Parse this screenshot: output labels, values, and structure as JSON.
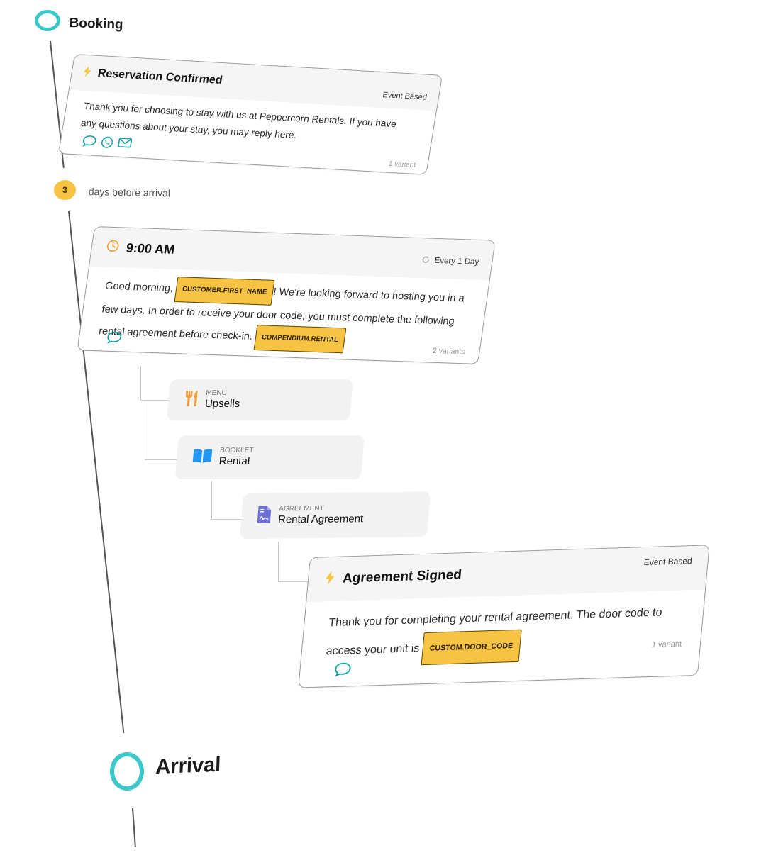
{
  "stages": [
    {
      "title": "Booking"
    },
    {
      "title": "Arrival"
    }
  ],
  "colors": {
    "ring": "#3cc8c8",
    "accent_yellow": "#f6c343",
    "clock_orange": "#f39c33",
    "channel_teal": "#1aa3a3",
    "booklet_blue": "#2196f3",
    "agreement_purple": "#6c6fd6",
    "menu_orange": "#f39c33"
  },
  "reservation_card": {
    "title": "Reservation Confirmed",
    "tag": "Event Based",
    "body": "Thank you for choosing to stay with us at Peppercorn Rentals. If you have any questions about your stay, you may reply here.",
    "channels": [
      "sms-icon",
      "whatsapp-icon",
      "email-icon"
    ],
    "variants": "1 variant"
  },
  "offset": {
    "number": "3",
    "label": "days before arrival"
  },
  "scheduled_card": {
    "time": "9:00 AM",
    "repeat": "Every 1 Day",
    "body_part1": "Good morning,",
    "chip1": "CUSTOMER.FIRST_NAME",
    "body_part2": "! We're looking forward to hosting you in a few days. In order to receive your door code, you must complete the following rental agreement before check-in.",
    "chip2": "COMPENDIUM.RENTAL",
    "channels": [
      "sms-icon"
    ],
    "variants": "2 variants"
  },
  "resources": [
    {
      "kind": "MENU",
      "name": "Upsells",
      "icon": "utensils-icon"
    },
    {
      "kind": "BOOKLET",
      "name": "Rental",
      "icon": "book-icon"
    },
    {
      "kind": "AGREEMENT",
      "name": "Rental Agreement",
      "icon": "signed-document-icon"
    }
  ],
  "signed_card": {
    "title": "Agreement Signed",
    "tag": "Event Based",
    "body": "Thank you for completing your rental agreement. The door code to access your unit is",
    "chip": "CUSTOM.DOOR_CODE",
    "channels": [
      "sms-icon"
    ],
    "variants": "1 variant"
  }
}
